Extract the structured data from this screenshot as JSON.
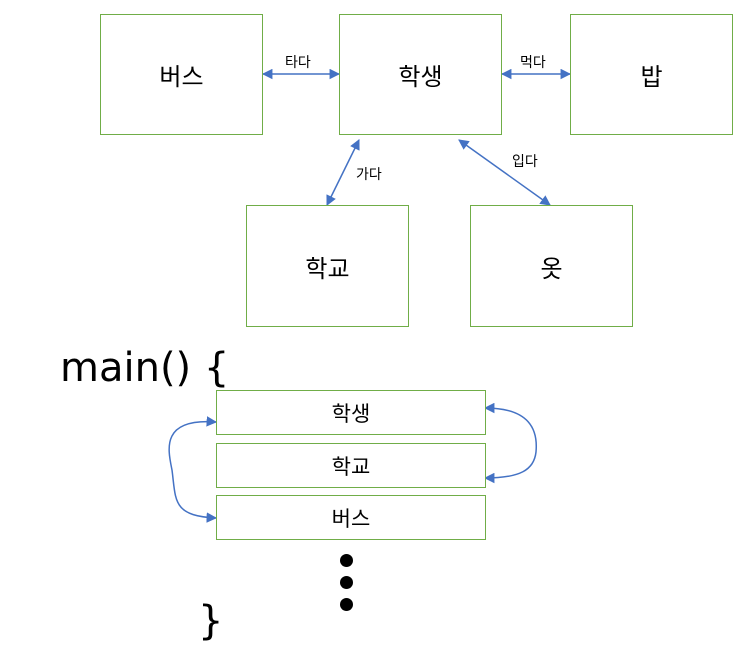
{
  "nodes": {
    "bus": "버스",
    "student": "학생",
    "rice": "밥",
    "school": "학교",
    "clothes": "옷"
  },
  "relations": {
    "ride": "타다",
    "eat": "먹다",
    "go": "가다",
    "wear": "입다"
  },
  "code": {
    "open": "main() {",
    "close": "}",
    "rows": [
      "학생",
      "학교",
      "버스"
    ]
  },
  "colors": {
    "box_border": "#70ad47",
    "arrow": "#4472c4"
  }
}
